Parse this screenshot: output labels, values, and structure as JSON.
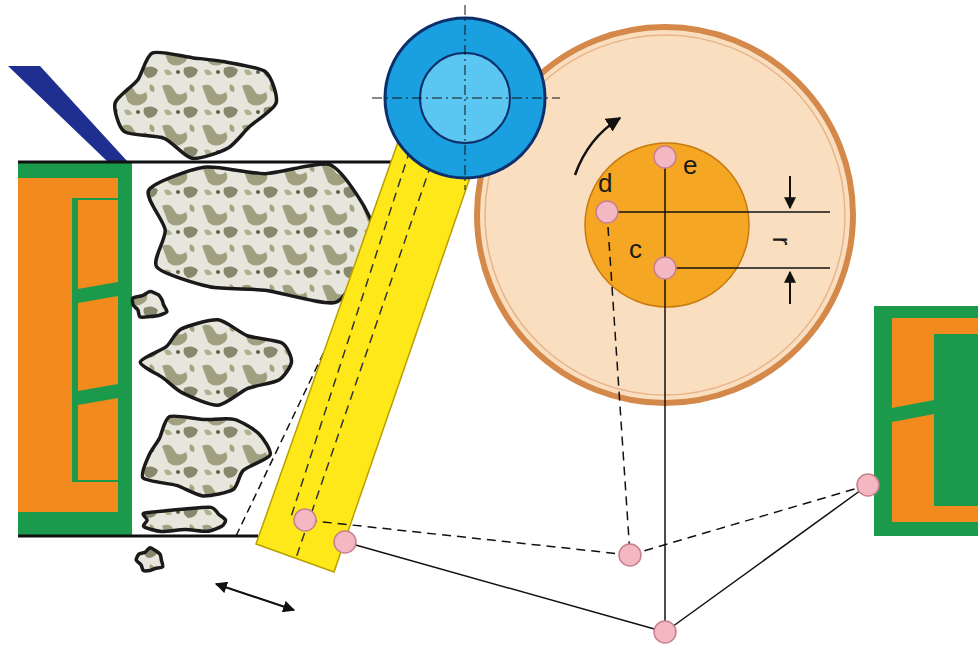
{
  "diagram": {
    "labels": [
      "e",
      "d",
      "c",
      "r"
    ]
  }
}
